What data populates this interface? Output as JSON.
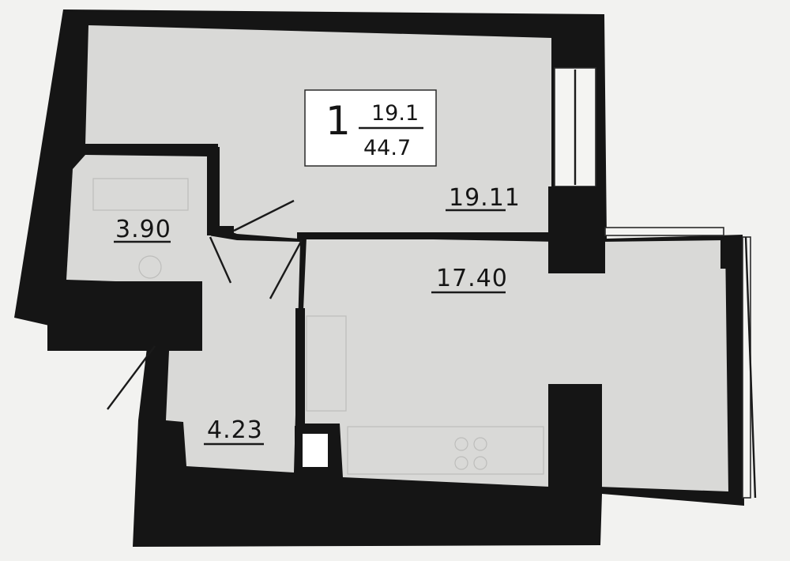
{
  "apartment": {
    "rooms_count": "1",
    "living_area": "19.1",
    "total_area": "44.7"
  },
  "rooms": [
    {
      "id": "living-room",
      "area": "19.11"
    },
    {
      "id": "kitchen",
      "area": "17.40"
    },
    {
      "id": "bathroom",
      "area": "3.90"
    },
    {
      "id": "hallway",
      "area": "4.23"
    }
  ]
}
